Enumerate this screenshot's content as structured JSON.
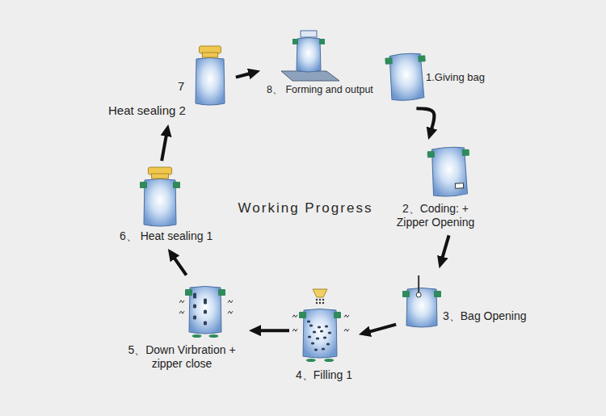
{
  "diagram": {
    "title": "Working Progress",
    "nodes": [
      {
        "text": [
          "1.Giving bag"
        ]
      },
      {
        "text": [
          "2、Coding: + Zipper Opening"
        ]
      },
      {
        "text": [
          "3、Bag Opening"
        ]
      },
      {
        "text": [
          "4、Filling 1"
        ]
      },
      {
        "text": [
          "5、Down Virbration + zipper close"
        ]
      },
      {
        "text": [
          "6、 Heat sealing 1"
        ]
      },
      {
        "text": [
          "7",
          "Heat sealing 2"
        ]
      },
      {
        "text": [
          "8、 Forming and output"
        ]
      }
    ],
    "edges": [
      {
        "from": 0,
        "to": 1,
        "arrow": "to"
      },
      {
        "from": 1,
        "to": 2,
        "arrow": "to"
      },
      {
        "from": 2,
        "to": 3,
        "arrow": "to"
      },
      {
        "from": 3,
        "to": 4,
        "arrow": "to"
      },
      {
        "from": 4,
        "to": 5,
        "arrow": "to"
      },
      {
        "from": 5,
        "to": 6,
        "arrow": "to"
      },
      {
        "from": 6,
        "to": 7,
        "arrow": "to"
      }
    ]
  }
}
